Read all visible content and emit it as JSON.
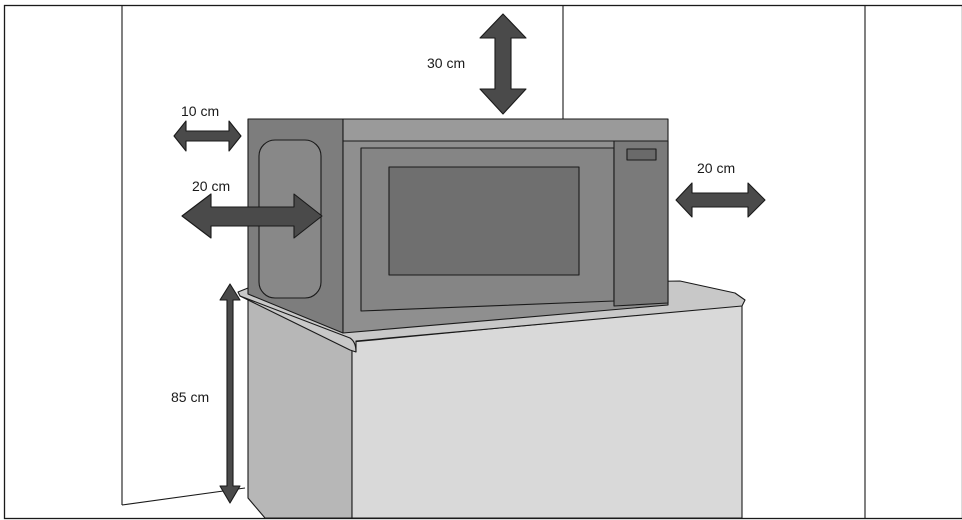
{
  "figure": {
    "labels": {
      "top_clearance": "30 cm",
      "left_clearance_upper": "10 cm",
      "left_clearance_lower": "20 cm",
      "right_clearance": "20 cm",
      "counter_height": "85 cm"
    },
    "colors": {
      "background": "#ffffff",
      "outline": "#1a1a1a",
      "microwave_body": "#8f8f8f",
      "microwave_side": "#7d7d7d",
      "door_panel": "#858585",
      "window": "#6f6f6f",
      "control_panel": "#7a7a7a",
      "countertop": "#c8c8c8",
      "cabinet": "#d9d9d9",
      "cabinet_side": "#b7b7b7",
      "arrow": "#4a4a4a"
    }
  }
}
